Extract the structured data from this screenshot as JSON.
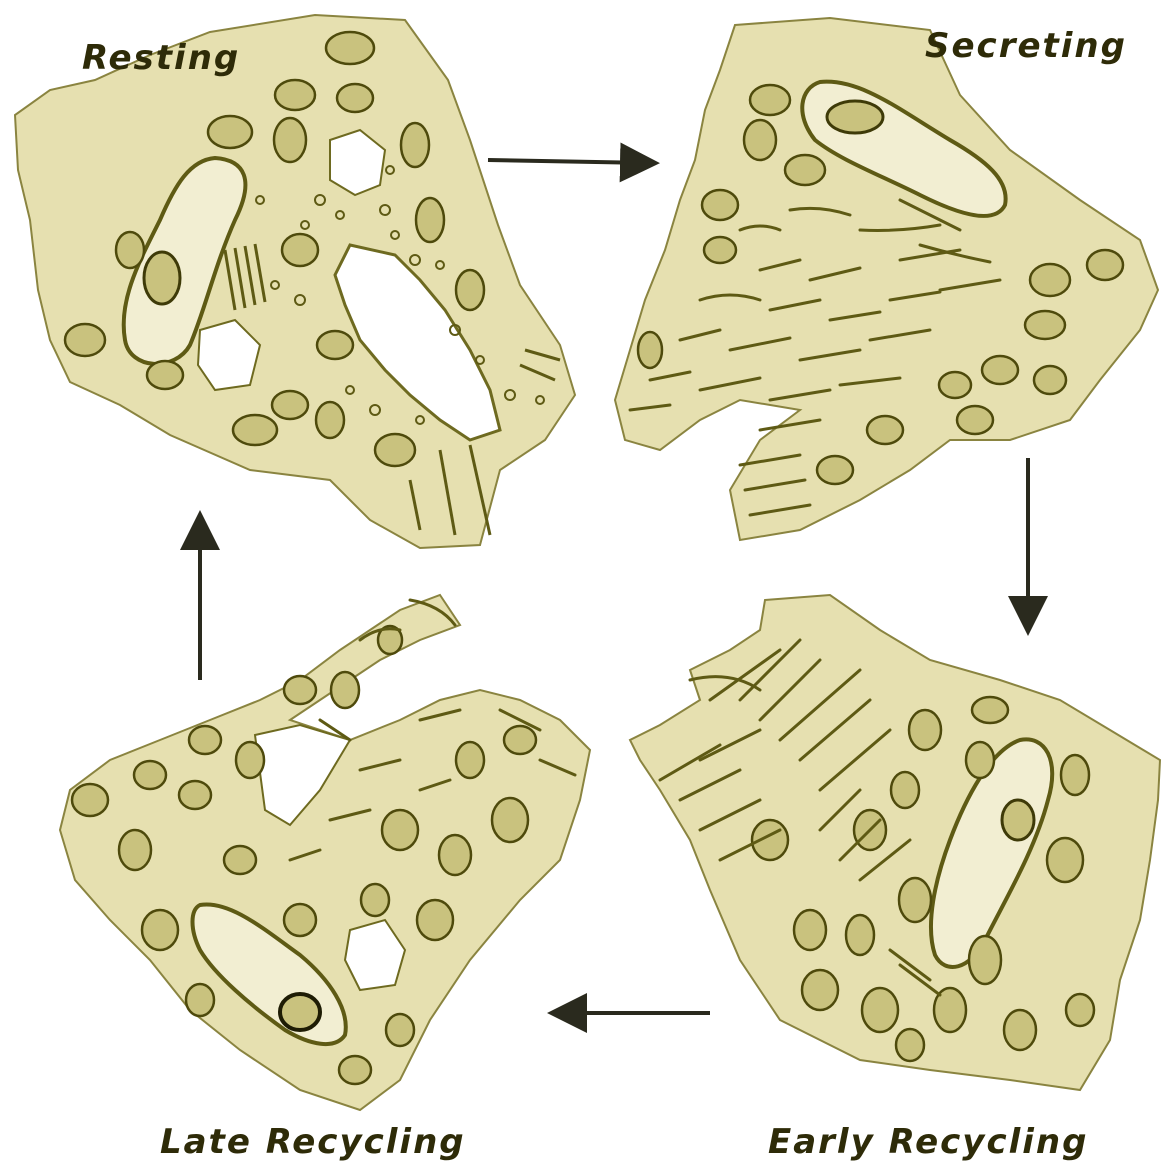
{
  "diagram": {
    "stages": {
      "resting": "Resting",
      "secreting": "Secreting",
      "early_recycling": "Early Recycling",
      "late_recycling": "Late Recycling"
    },
    "cycle_order": [
      "Resting",
      "Secreting",
      "Early Recycling",
      "Late Recycling"
    ],
    "colors": {
      "cell_fill": "#e6e0b0",
      "outline": "#5e5a14",
      "organelle_fill": "#c9c27e",
      "arrow": "#2a2a1e",
      "text": "#2e2b08",
      "background": "#ffffff"
    }
  }
}
